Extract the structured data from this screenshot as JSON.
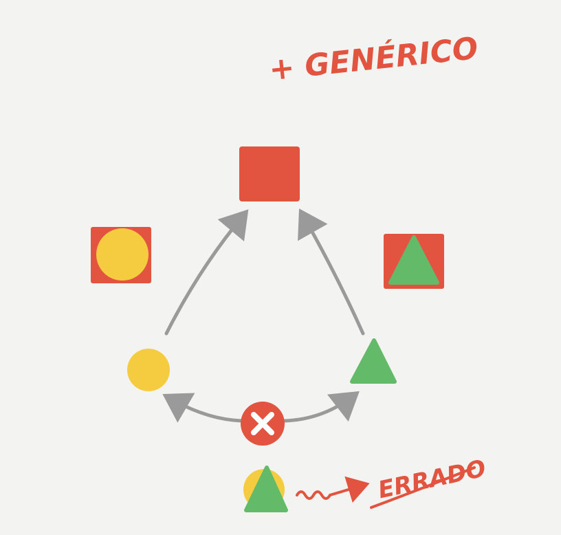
{
  "labels": {
    "generic": "+ GENÉRICO",
    "wrong": "ERRADO"
  },
  "colors": {
    "red": "#e2543f",
    "yellow": "#f5cc3f",
    "green": "#63bb6a",
    "arrow_gray": "#9a9a9a",
    "background": "#f3f3f2",
    "white": "#ffffff"
  },
  "icons": {
    "top_node": "red-square",
    "left_combo": "yellow-circle-in-red-square",
    "right_combo": "green-triangle-in-red-square",
    "left_node": "yellow-circle",
    "right_node": "green-triangle",
    "center_node": "red-circle-with-white-x",
    "bottom_node": "green-triangle-over-yellow-circle"
  }
}
